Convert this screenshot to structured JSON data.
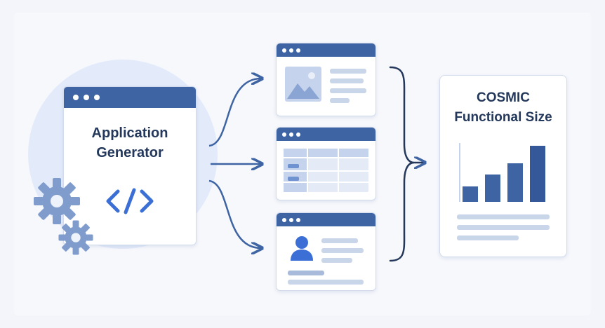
{
  "generator": {
    "title_line1": "Application",
    "title_line2": "Generator",
    "code_icon": "code-brackets-icon",
    "gear_icons": [
      "gear-icon",
      "gear-icon"
    ]
  },
  "screens": [
    {
      "kind": "image-card",
      "icon": "image-icon"
    },
    {
      "kind": "table-view",
      "icon": "table-icon"
    },
    {
      "kind": "user-profile",
      "icon": "user-icon"
    }
  ],
  "result": {
    "title_line1": "COSMIC",
    "title_line2": "Functional Size",
    "bar_chart_icon": "bar-chart-icon"
  },
  "colors": {
    "window_bar": "#3e64a3",
    "accent_blue": "#3b6fd6",
    "title_text": "#24385c",
    "gear": "#7f9ccd",
    "connector": "#3e64a3"
  }
}
